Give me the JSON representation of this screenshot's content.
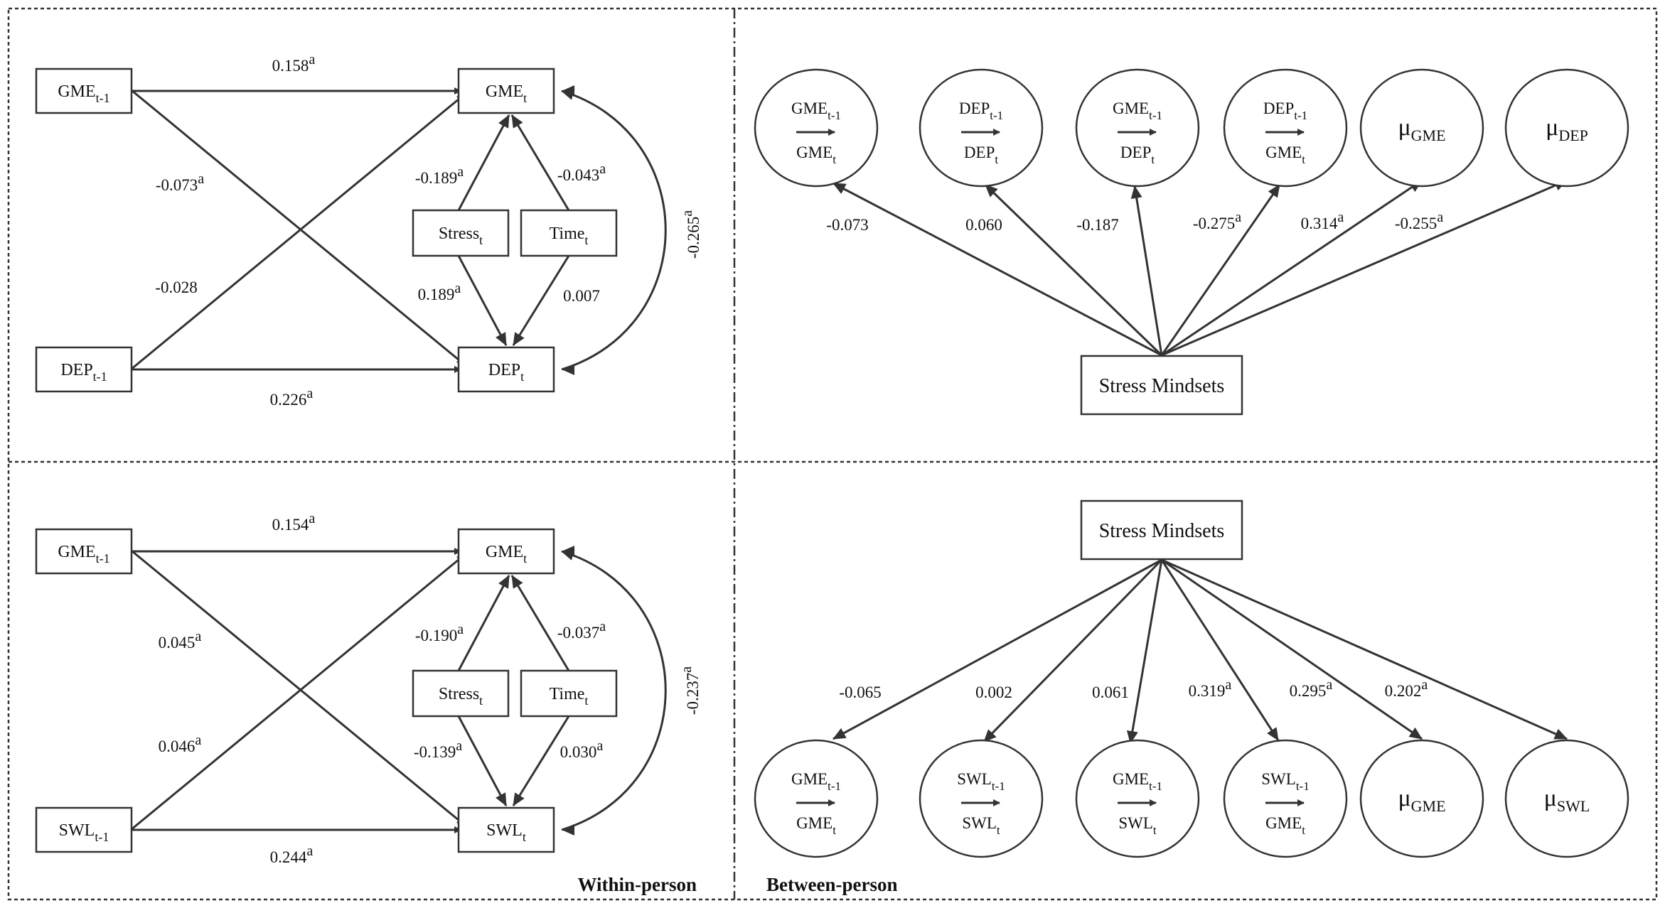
{
  "labels": {
    "within_person": "Within-person",
    "between_person": "Between-person"
  },
  "within_top": {
    "boxes": {
      "gme_prev": {
        "main": "GME",
        "sub": "t-1"
      },
      "dep_prev": {
        "main": "DEP",
        "sub": "t-1"
      },
      "gme_t": {
        "main": "GME",
        "sub": "t"
      },
      "dep_t": {
        "main": "DEP",
        "sub": "t"
      },
      "stress_t": {
        "main": "Stress",
        "sub": "t"
      },
      "time_t": {
        "main": "Time",
        "sub": "t"
      }
    },
    "coefficients": {
      "gme_prev_to_gme": {
        "value": "0.158",
        "sup": "a"
      },
      "gme_prev_to_dep": {
        "value": "-0.073",
        "sup": "a"
      },
      "dep_prev_to_gme": {
        "value": "-0.028",
        "sup": ""
      },
      "dep_prev_to_dep": {
        "value": "0.226",
        "sup": "a"
      },
      "stress_to_gme": {
        "value": "-0.189",
        "sup": "a"
      },
      "time_to_gme": {
        "value": "-0.043",
        "sup": "a"
      },
      "stress_to_dep": {
        "value": "0.189",
        "sup": "a"
      },
      "time_to_dep": {
        "value": "0.007",
        "sup": ""
      },
      "residual_cov": {
        "value": "-0.265",
        "sup": "a"
      }
    }
  },
  "within_bottom": {
    "boxes": {
      "gme_prev": {
        "main": "GME",
        "sub": "t-1"
      },
      "swl_prev": {
        "main": "SWL",
        "sub": "t-1"
      },
      "gme_t": {
        "main": "GME",
        "sub": "t"
      },
      "swl_t": {
        "main": "SWL",
        "sub": "t"
      },
      "stress_t": {
        "main": "Stress",
        "sub": "t"
      },
      "time_t": {
        "main": "Time",
        "sub": "t"
      }
    },
    "coefficients": {
      "gme_prev_to_gme": {
        "value": "0.154",
        "sup": "a"
      },
      "gme_prev_to_swl": {
        "value": "0.045",
        "sup": "a"
      },
      "swl_prev_to_gme": {
        "value": "0.046",
        "sup": "a"
      },
      "swl_prev_to_swl": {
        "value": "0.244",
        "sup": "a"
      },
      "stress_to_gme": {
        "value": "-0.190",
        "sup": "a"
      },
      "time_to_gme": {
        "value": "-0.037",
        "sup": "a"
      },
      "stress_to_swl": {
        "value": "-0.139",
        "sup": "a"
      },
      "time_to_swl": {
        "value": "0.030",
        "sup": "a"
      },
      "residual_cov": {
        "value": "-0.237",
        "sup": "a"
      }
    }
  },
  "between_top": {
    "predictor": "Stress Mindsets",
    "outcomes": [
      {
        "top": "GME",
        "top_sub": "t-1",
        "bottom": "GME",
        "bottom_sub": "t",
        "coef": "-0.073",
        "sup": ""
      },
      {
        "top": "DEP",
        "top_sub": "t-1",
        "bottom": "DEP",
        "bottom_sub": "t",
        "coef": "0.060",
        "sup": ""
      },
      {
        "top": "GME",
        "top_sub": "t-1",
        "bottom": "DEP",
        "bottom_sub": "t",
        "coef": "-0.187",
        "sup": ""
      },
      {
        "top": "DEP",
        "top_sub": "t-1",
        "bottom": "GME",
        "bottom_sub": "t",
        "coef": "-0.275",
        "sup": "a"
      },
      {
        "mu": "μ",
        "mu_sub": "GME",
        "coef": "0.314",
        "sup": "a"
      },
      {
        "mu": "μ",
        "mu_sub": "DEP",
        "coef": "-0.255",
        "sup": "a"
      }
    ]
  },
  "between_bottom": {
    "predictor": "Stress Mindsets",
    "outcomes": [
      {
        "top": "GME",
        "top_sub": "t-1",
        "bottom": "GME",
        "bottom_sub": "t",
        "coef": "-0.065",
        "sup": ""
      },
      {
        "top": "SWL",
        "top_sub": "t-1",
        "bottom": "SWL",
        "bottom_sub": "t",
        "coef": "0.002",
        "sup": ""
      },
      {
        "top": "GME",
        "top_sub": "t-1",
        "bottom": "SWL",
        "bottom_sub": "t",
        "coef": "0.061",
        "sup": ""
      },
      {
        "top": "SWL",
        "top_sub": "t-1",
        "bottom": "GME",
        "bottom_sub": "t",
        "coef": "0.319",
        "sup": "a"
      },
      {
        "mu": "μ",
        "mu_sub": "GME",
        "coef": "0.295",
        "sup": "a"
      },
      {
        "mu": "μ",
        "mu_sub": "SWL",
        "coef": "0.202",
        "sup": "a"
      }
    ]
  }
}
